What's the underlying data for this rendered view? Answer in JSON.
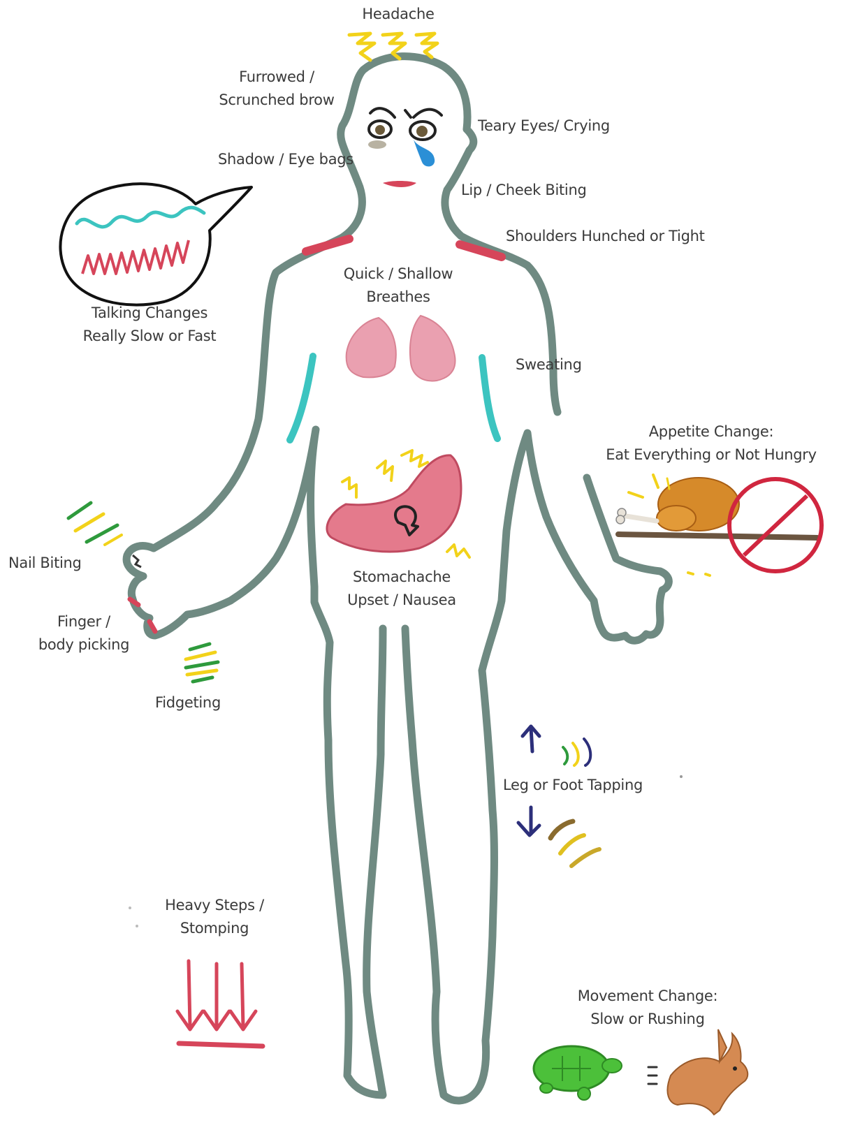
{
  "labels": {
    "headache": "Headache",
    "furrowed_1": "Furrowed /",
    "furrowed_2": "Scrunched brow",
    "teary": "Teary Eyes/ Crying",
    "shadow": "Shadow / Eye bags",
    "lip": "Lip / Cheek Biting",
    "shoulders": "Shoulders Hunched or Tight",
    "breath_1": "Quick / Shallow",
    "breath_2": "Breathes",
    "talking_1": "Talking Changes",
    "talking_2": "Really Slow or Fast",
    "sweating": "Sweating",
    "appetite_1": "Appetite Change:",
    "appetite_2": "Eat Everything or Not Hungry",
    "nail": "Nail Biting",
    "stomach_1": "Stomachache",
    "stomach_2": "Upset / Nausea",
    "finger_1": "Finger /",
    "finger_2": "body picking",
    "fidget": "Fidgeting",
    "leg": "Leg or Foot Tapping",
    "steps_1": "Heavy Steps /",
    "steps_2": "Stomping",
    "movement_1": "Movement Change:",
    "movement_2": "Slow or Rushing"
  },
  "colors": {
    "outline": "#6f8a82",
    "text": "#3a3a3a",
    "tension_red": "#d6455a",
    "sweat_teal": "#3cc4c0",
    "lungs_pink": "#eaa0b0",
    "yellow": "#f2d21a",
    "green": "#2e9a3c",
    "navy": "#2c2f7a",
    "no_sign_red": "#d0263f"
  },
  "icons": [
    "headache-zigzag-icon",
    "angry-eyes-icon",
    "tear-drop-icon",
    "speech-bubble-icon",
    "lungs-icon",
    "stomach-icon",
    "roast-turkey-icon",
    "no-sign-icon",
    "fidget-ball-icon",
    "up-arrow-icon",
    "down-arrow-icon",
    "stomp-arrows-icon",
    "turtle-icon",
    "rabbit-icon"
  ]
}
